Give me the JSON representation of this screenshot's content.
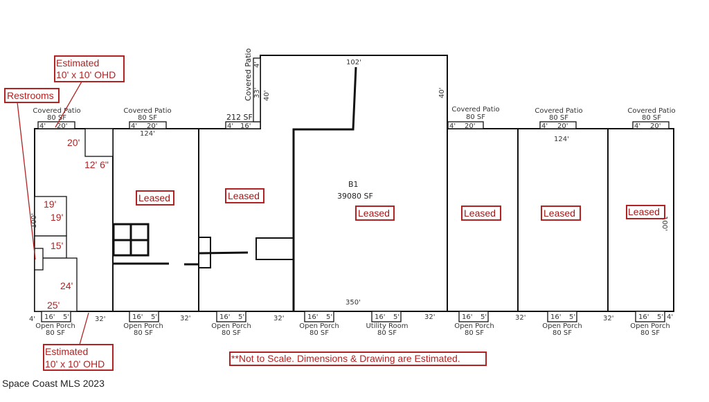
{
  "building": {
    "name": "B1",
    "area": "39080 SF",
    "top_width": "102'",
    "bottom_length": "350'",
    "depth_left": "100'",
    "depth_right": "100'",
    "inner_width": "124'",
    "notch_depth": "40'",
    "notch_depth_right": "40'"
  },
  "leased_label": "Leased",
  "covered_patios": [
    {
      "name": "Covered Patio",
      "area": "80 SF",
      "w": "4'",
      "len": "20'"
    },
    {
      "name": "Covered Patio",
      "area": "80 SF",
      "w": "4'",
      "len": "20'"
    },
    {
      "name": "Covered Patio",
      "area": "212 SF",
      "w": "4'",
      "len": "16'",
      "side": "33'",
      "top": "4'"
    },
    {
      "name": "Covered Patio",
      "area": "80 SF",
      "w": "4'",
      "len": "20'"
    },
    {
      "name": "Covered Patio",
      "area": "80 SF",
      "w": "4'",
      "len": "20'"
    },
    {
      "name": "Covered Patio",
      "area": "80 SF",
      "w": "4'",
      "len": "20'"
    }
  ],
  "porches": [
    {
      "name": "Open Porch",
      "area": "80 SF",
      "len": "16'",
      "w": "5'"
    },
    {
      "name": "Open Porch",
      "area": "80 SF",
      "len": "16'",
      "w": "5'"
    },
    {
      "name": "Open Porch",
      "area": "80 SF",
      "len": "16'",
      "w": "5'"
    },
    {
      "name": "Open Porch",
      "area": "80 SF",
      "len": "16'",
      "w": "5'"
    },
    {
      "name": "Utility Room",
      "area": "80 SF",
      "len": "16'",
      "w": "5'"
    },
    {
      "name": "Open Porch",
      "area": "80 SF",
      "len": "16'",
      "w": "5'"
    },
    {
      "name": "Open Porch",
      "area": "80 SF",
      "len": "16'",
      "w": "5'"
    },
    {
      "name": "Open Porch",
      "area": "80 SF",
      "len": "16'",
      "w": "5'"
    }
  ],
  "gaps": {
    "gap": "32'",
    "edge": "4'"
  },
  "rooms": {
    "r1": "20'",
    "r2": "12' 6\"",
    "r3": "19'",
    "r4": "19'",
    "r5": "15'",
    "r6": "24'",
    "r7": "25'"
  },
  "annotations": {
    "ohd_top_1": "Estimated",
    "ohd_top_2": "10' x 10' OHD",
    "restrooms": "Restrooms",
    "ohd_bottom_1": "Estimated",
    "ohd_bottom_2": "10' x 10' OHD",
    "disclaimer": "**Not to Scale. Dimensions & Drawing are Estimated."
  },
  "watermark": "Space Coast MLS 2023"
}
